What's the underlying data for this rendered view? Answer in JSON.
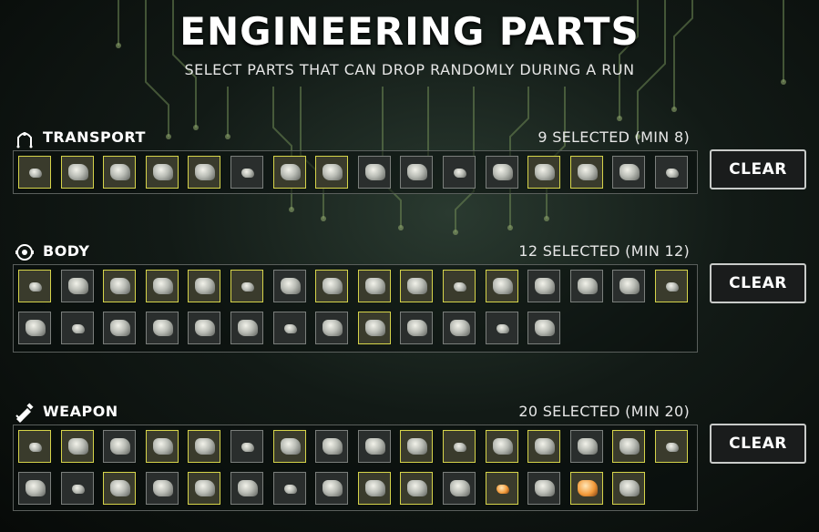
{
  "header": {
    "title": "ENGINEERING PARTS",
    "subtitle": "SELECT PARTS THAT CAN DROP RANDOMLY DURING A RUN"
  },
  "colors": {
    "selected_border": "#d6d44a",
    "unselected_border": "#7b7f7c"
  },
  "sections": {
    "transport": {
      "icon": "transport-legs-icon",
      "name": "TRANSPORT",
      "count": "9 SELECTED (MIN 8)",
      "clear_label": "CLEAR",
      "rows": [
        [
          true,
          true,
          true,
          true,
          true,
          false,
          true,
          true,
          false,
          false,
          false,
          false,
          true,
          true,
          false,
          false
        ]
      ]
    },
    "body": {
      "icon": "body-core-icon",
      "name": "BODY",
      "count": "12 SELECTED (MIN 12)",
      "clear_label": "CLEAR",
      "rows": [
        [
          true,
          false,
          true,
          true,
          true,
          true,
          false,
          true,
          true,
          true,
          true,
          true,
          false,
          false,
          false,
          true
        ],
        [
          false,
          false,
          false,
          false,
          false,
          false,
          false,
          false,
          true,
          false,
          false,
          false,
          false
        ]
      ]
    },
    "weapon": {
      "icon": "weapon-gun-icon",
      "name": "WEAPON",
      "count": "20 SELECTED (MIN 20)",
      "clear_label": "CLEAR",
      "rows": [
        [
          true,
          true,
          false,
          true,
          true,
          false,
          true,
          false,
          false,
          true,
          true,
          true,
          true,
          false,
          true,
          true
        ],
        [
          false,
          false,
          true,
          false,
          true,
          false,
          false,
          false,
          true,
          true,
          false,
          true,
          false,
          true,
          true
        ]
      ]
    }
  }
}
